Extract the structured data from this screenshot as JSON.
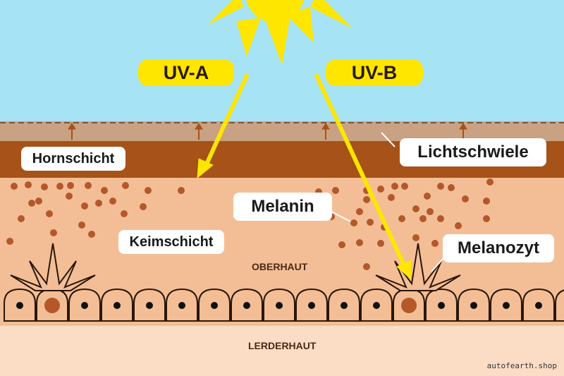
{
  "uv_labels": {
    "uva": "UV-A",
    "uvb": "UV-B"
  },
  "labels": {
    "hornschicht": "Hornschicht",
    "lichtschwiele": "Lichtschwiele",
    "melanin": "Melanin",
    "keimschicht": "Keimschicht",
    "melanozyt": "Melanozyt"
  },
  "layers": {
    "oberhaut": "OBERHAUT",
    "lederhaut": "LERDERHAUT"
  },
  "watermark": "autofearth.shop",
  "colors": {
    "sky": "#a6e3f5",
    "sun": "#ffe600",
    "arrow": "#ffe600",
    "light_callus": "#c9a183",
    "horny_layer": "#a65218",
    "epidermis": "#f3be96",
    "melanin": "#b4582a",
    "dermis": "#fbdcc4",
    "outline": "#2a1608"
  }
}
